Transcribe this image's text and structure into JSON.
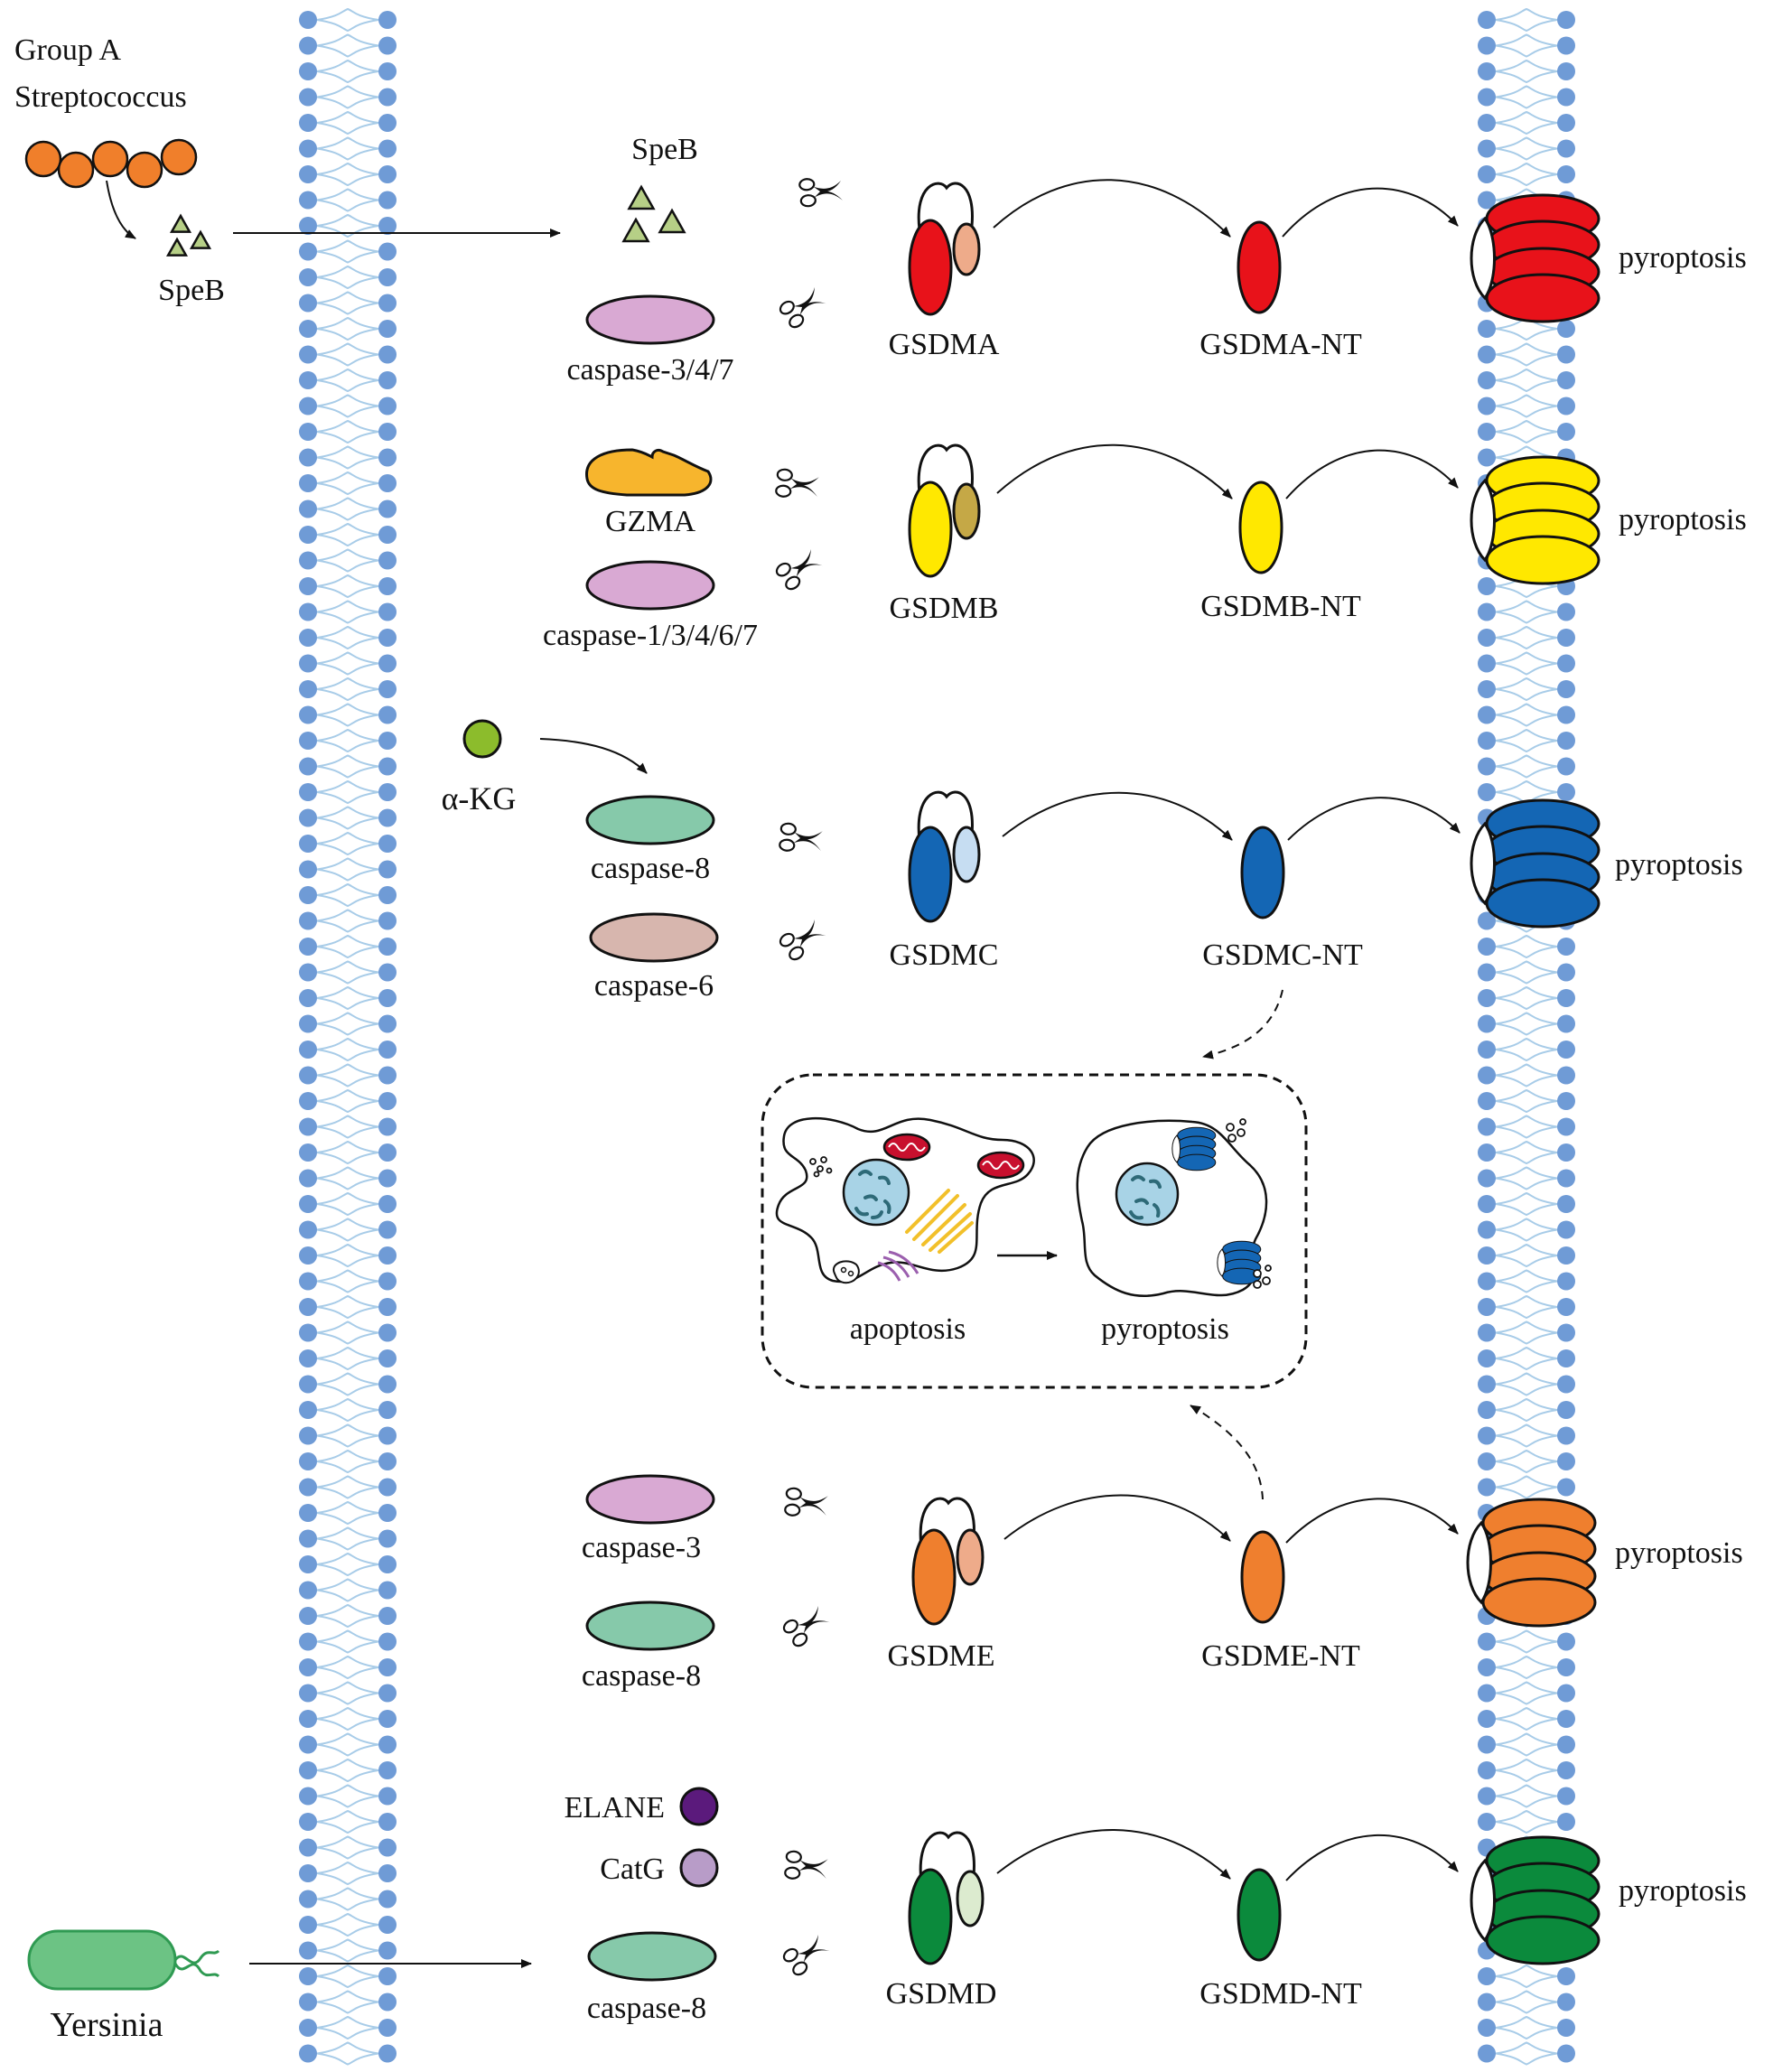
{
  "bacteria": {
    "gas_label_line1": "Group A",
    "gas_label_line2": "Streptococcus",
    "speb_small_label": "SpeB",
    "yersinia_label": "Yersinia"
  },
  "colors": {
    "membrane_head": "#6f9bd6",
    "membrane_tail": "#a8cce8",
    "gasdermin_a": "#e8121a",
    "gasdermin_b": "#ffe800",
    "gasdermin_c": "#1466b4",
    "gasdermin_e": "#ef7f2e",
    "gasdermin_d": "#0b8a3c",
    "caspase_pink": "#d9a9d3",
    "caspase_teal": "#86c9aa",
    "caspase6": "#d7b6ae",
    "gzma": "#f7b52d",
    "akg": "#8cbc2c",
    "elane": "#5b1a7c",
    "catg": "#b89cc8",
    "streptococcus": "#f07f2b",
    "speb": "#b6cf86",
    "yersinia": "#6cc384"
  },
  "rows": [
    {
      "id": "a",
      "enzymes": [
        "SpeB",
        "caspase-3/4/7"
      ],
      "full": "GSDMA",
      "nterm": "GSDMA-NT",
      "outcome": "pyroptosis"
    },
    {
      "id": "b",
      "enzymes": [
        "GZMA",
        "caspase-1/3/4/6/7"
      ],
      "full": "GSDMB",
      "nterm": "GSDMB-NT",
      "outcome": "pyroptosis"
    },
    {
      "id": "c",
      "activator": "α-KG",
      "enzymes": [
        "caspase-8",
        "caspase-6"
      ],
      "full": "GSDMC",
      "nterm": "GSDMC-NT",
      "outcome": "pyroptosis"
    },
    {
      "id": "e",
      "enzymes": [
        "caspase-3",
        "caspase-8"
      ],
      "full": "GSDME",
      "nterm": "GSDME-NT",
      "outcome": "pyroptosis"
    },
    {
      "id": "d",
      "enzymes": [
        "ELANE",
        "CatG",
        "caspase-8"
      ],
      "full": "GSDMD",
      "nterm": "GSDMD-NT",
      "outcome": "pyroptosis"
    }
  ],
  "switch_box": {
    "left_label": "apoptosis",
    "right_label": "pyroptosis"
  }
}
